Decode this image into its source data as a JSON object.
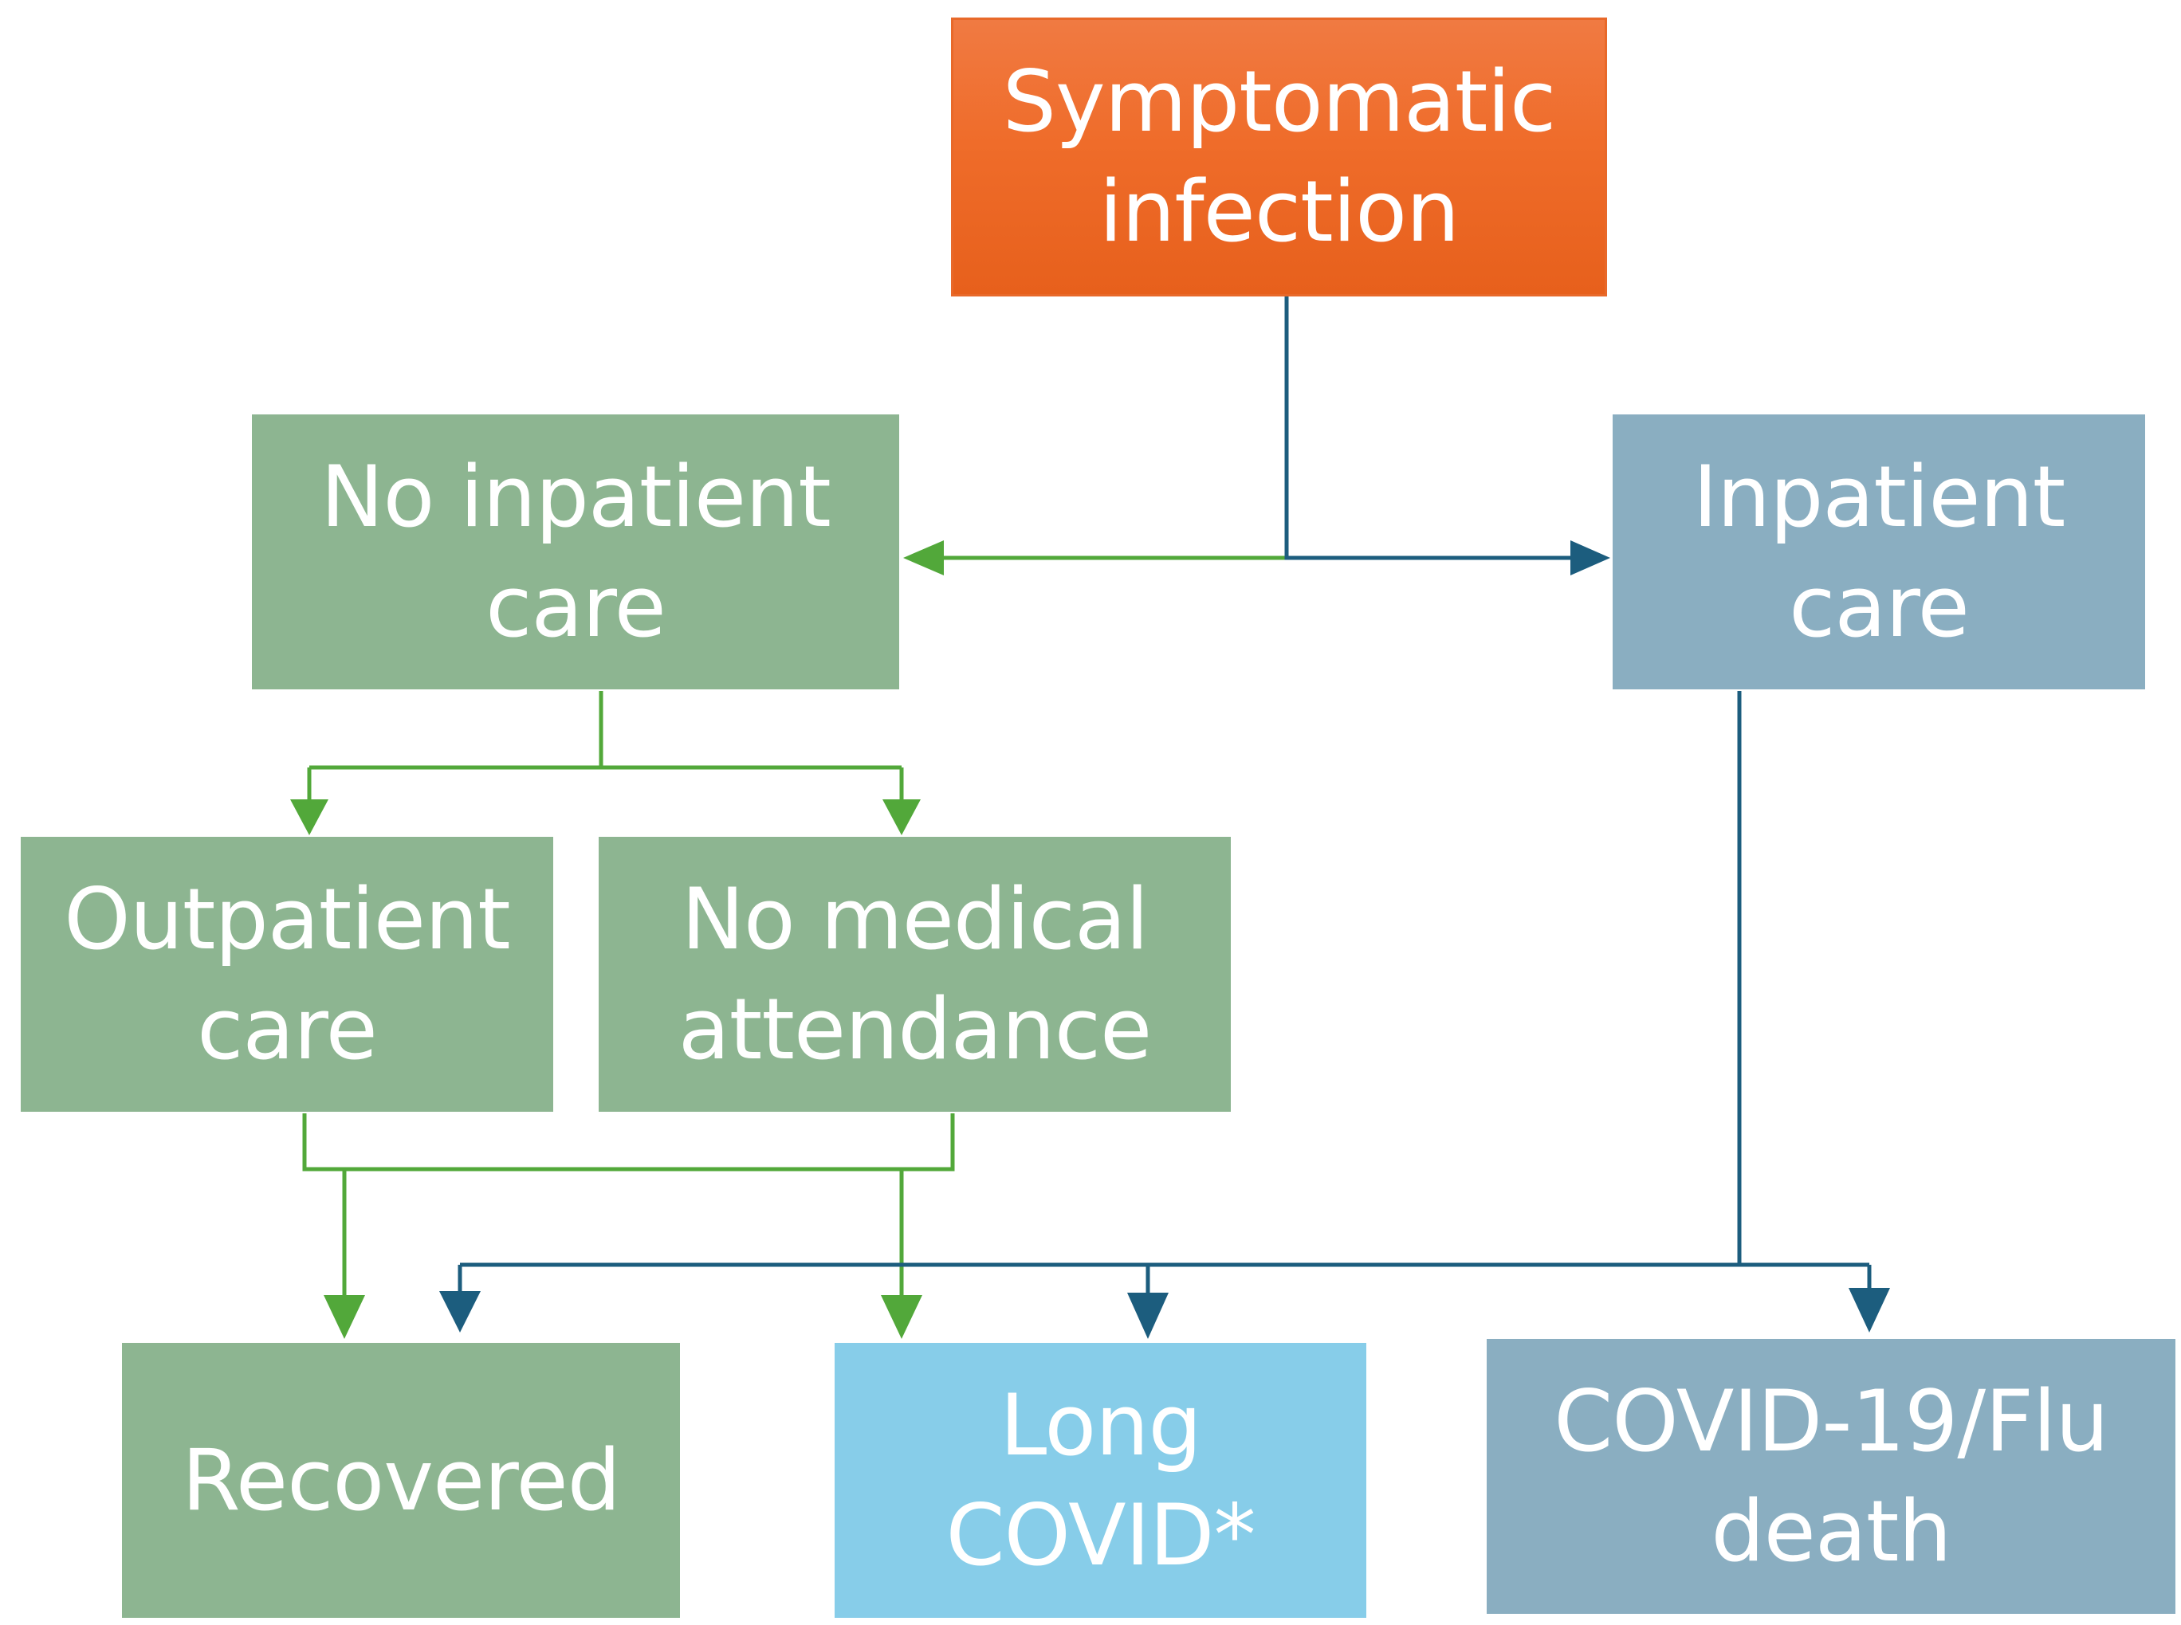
{
  "colors": {
    "orange": "#ef6c2a",
    "green_box": "#8db591",
    "slate_box": "#8aaec1",
    "light_blue_box": "#87cde9",
    "green_arrow": "#52a83a",
    "blue_arrow": "#1c5d7e"
  },
  "nodes": {
    "symptomatic": "Symptomatic\ninfection",
    "no_inpatient": "No inpatient\ncare",
    "inpatient": "Inpatient\ncare",
    "outpatient": "Outpatient\ncare",
    "no_medical": "No medical\nattendance",
    "recovered": "Recovered",
    "long_covid": "Long\nCOVID*",
    "death": "COVID-19/Flu\ndeath"
  }
}
